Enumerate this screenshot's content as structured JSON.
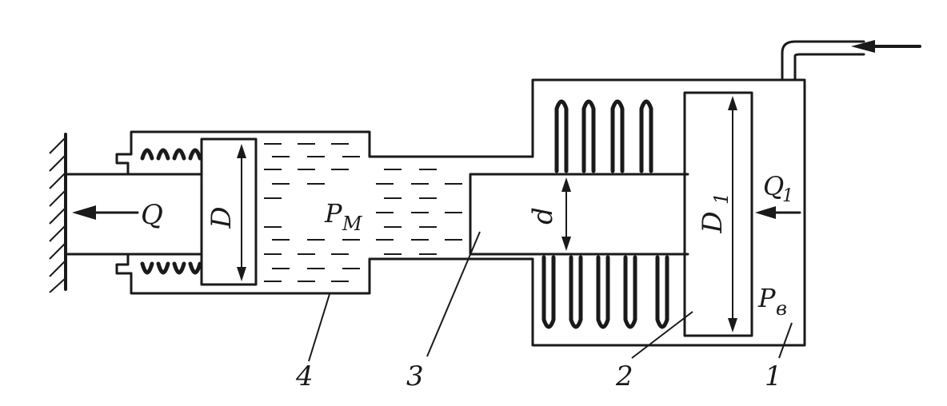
{
  "labels": {
    "force_Q": "Q",
    "diameter_D": "D",
    "pressure_Pm": "P",
    "pressure_Pm_sub": "M",
    "diameter_d": "d",
    "diameter_D1": "D",
    "diameter_D1_sub": "1",
    "flow_Q1": "Q",
    "flow_Q1_sub": "1",
    "pressure_Pb": "P",
    "pressure_Pb_sub": "в",
    "part_1": "1",
    "part_2": "2",
    "part_3": "3",
    "part_4": "4"
  },
  "colors": {
    "ink": "#1a1a1a",
    "background": "#ffffff"
  }
}
